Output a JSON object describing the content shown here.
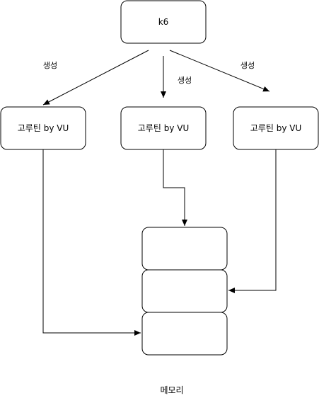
{
  "root": {
    "label": "k6"
  },
  "goroutines": [
    {
      "label": "고루틴 by VU"
    },
    {
      "label": "고루틴 by VU"
    },
    {
      "label": "고루틴 by VU"
    }
  ],
  "edge_labels": [
    "생성",
    "생성",
    "생성"
  ],
  "memory": {
    "label": "메모리",
    "cells": 3
  }
}
